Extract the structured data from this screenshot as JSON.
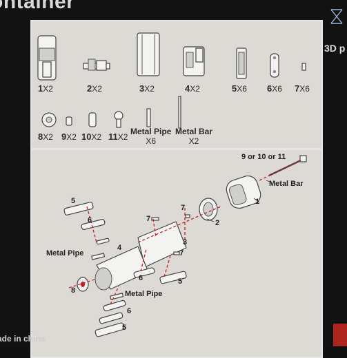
{
  "header": {
    "title": "ontainer"
  },
  "side_text": "3D p",
  "footer_text": "ade in china",
  "parts": [
    {
      "num": "1",
      "qty": "X2"
    },
    {
      "num": "2",
      "qty": "X2"
    },
    {
      "num": "3",
      "qty": "X2"
    },
    {
      "num": "4",
      "qty": "X2"
    },
    {
      "num": "5",
      "qty": "X6"
    },
    {
      "num": "6",
      "qty": "X6"
    },
    {
      "num": "7",
      "qty": "X6"
    },
    {
      "num": "8",
      "qty": "X2"
    },
    {
      "num": "9",
      "qty": "X2"
    },
    {
      "num": "10",
      "qty": "X2"
    },
    {
      "num": "11",
      "qty": "X2"
    }
  ],
  "extras": [
    {
      "name": "Metal Pipe",
      "qty": "X6"
    },
    {
      "name": "Metal Bar",
      "qty": "X2"
    }
  ],
  "assembly": {
    "callout_top": "9 or 10 or 11",
    "metal_bar": "Metal Bar",
    "metal_pipe_left": "Metal Pipe",
    "metal_pipe_bottom": "Metal Pipe",
    "nums": [
      "1",
      "2",
      "3",
      "4",
      "5",
      "6",
      "7",
      "7",
      "7",
      "6",
      "5",
      "8",
      "6",
      "5"
    ]
  },
  "colors": {
    "background": "#121212",
    "panel": "#dddad6",
    "accent": "#c21f1f"
  }
}
